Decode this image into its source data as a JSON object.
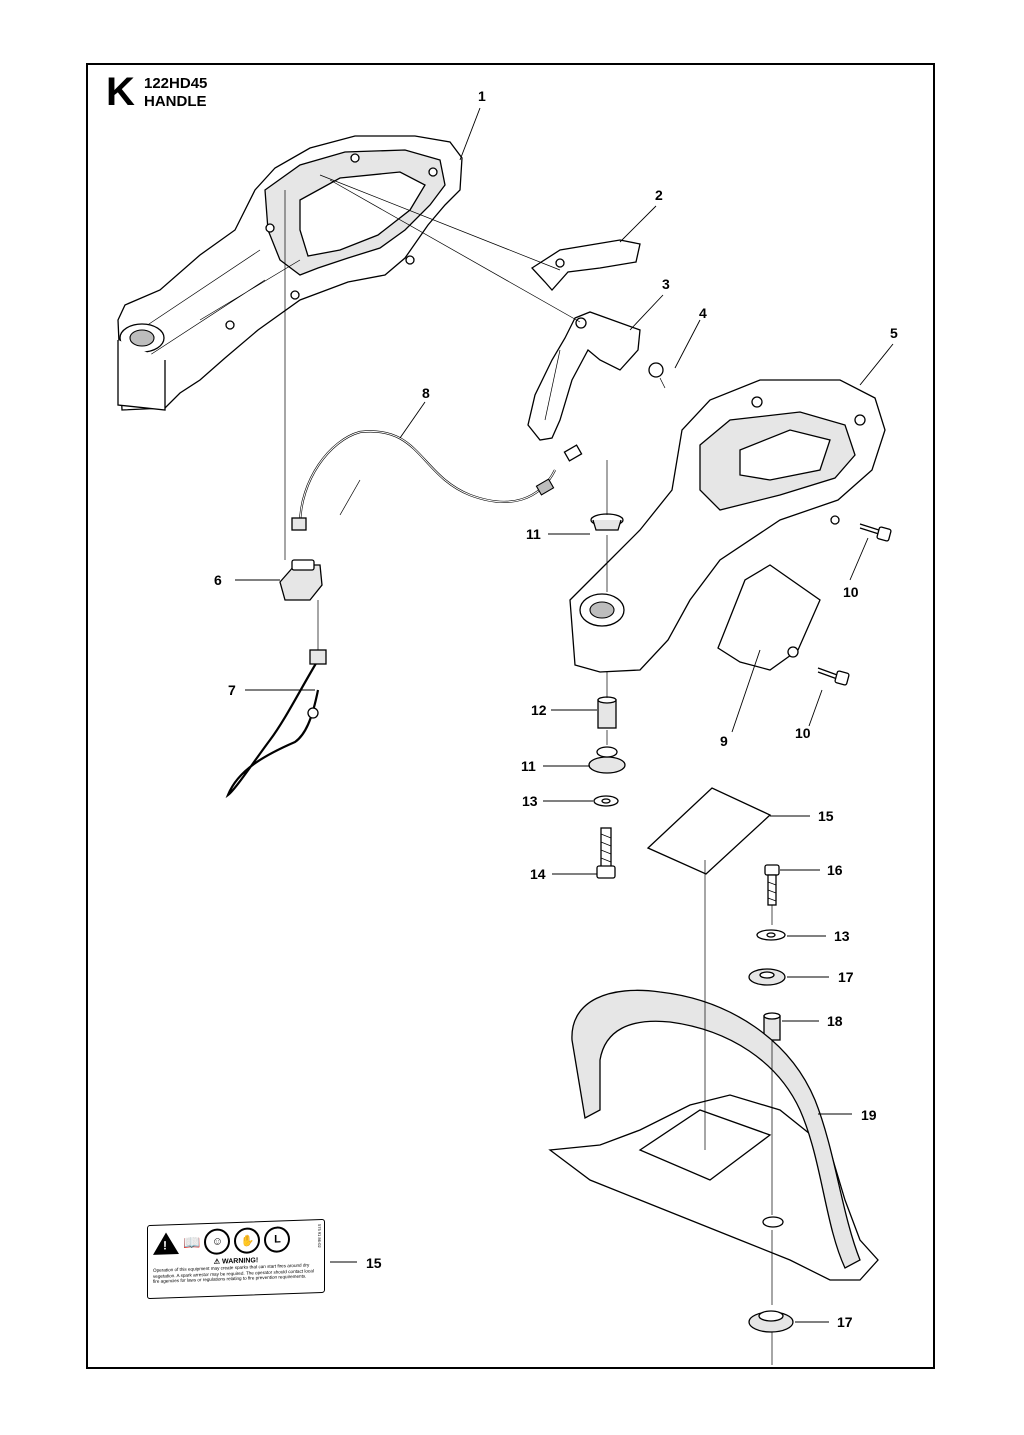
{
  "header": {
    "section_letter": "K",
    "model": "122HD45",
    "title": "HANDLE"
  },
  "callouts": [
    "1",
    "2",
    "3",
    "4",
    "5",
    "8",
    "11",
    "6",
    "10",
    "10",
    "9",
    "7",
    "12",
    "11",
    "13",
    "15",
    "14",
    "16",
    "13",
    "17",
    "18",
    "19",
    "15",
    "17"
  ],
  "decal": {
    "warning_title": "⚠ WARNING!",
    "text": "Operation of this equipment may create sparks that can start fires around dry vegetation. A spark arrestor may be required. The operator should contact local fire agencies for laws or regulations relating to fire prevention requirements.",
    "code": "575 91 86-02"
  }
}
